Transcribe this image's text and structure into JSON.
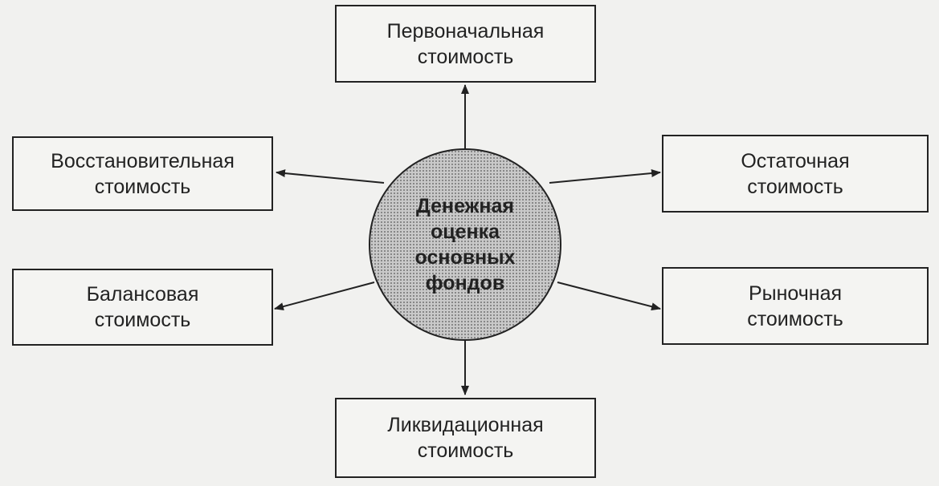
{
  "center": {
    "lines": [
      "Денежная",
      "оценка",
      "основных",
      "фондов"
    ]
  },
  "nodes": {
    "top": [
      "Первоначальная",
      "стоимость"
    ],
    "left_top": [
      "Восстановительная",
      "стоимость"
    ],
    "right_top": [
      "Остаточная",
      "стоимость"
    ],
    "left_bottom": [
      "Балансовая",
      "стоимость"
    ],
    "right_bottom": [
      "Рыночная",
      "стоимость"
    ],
    "bottom": [
      "Ликвидационная",
      "стоимость"
    ]
  }
}
